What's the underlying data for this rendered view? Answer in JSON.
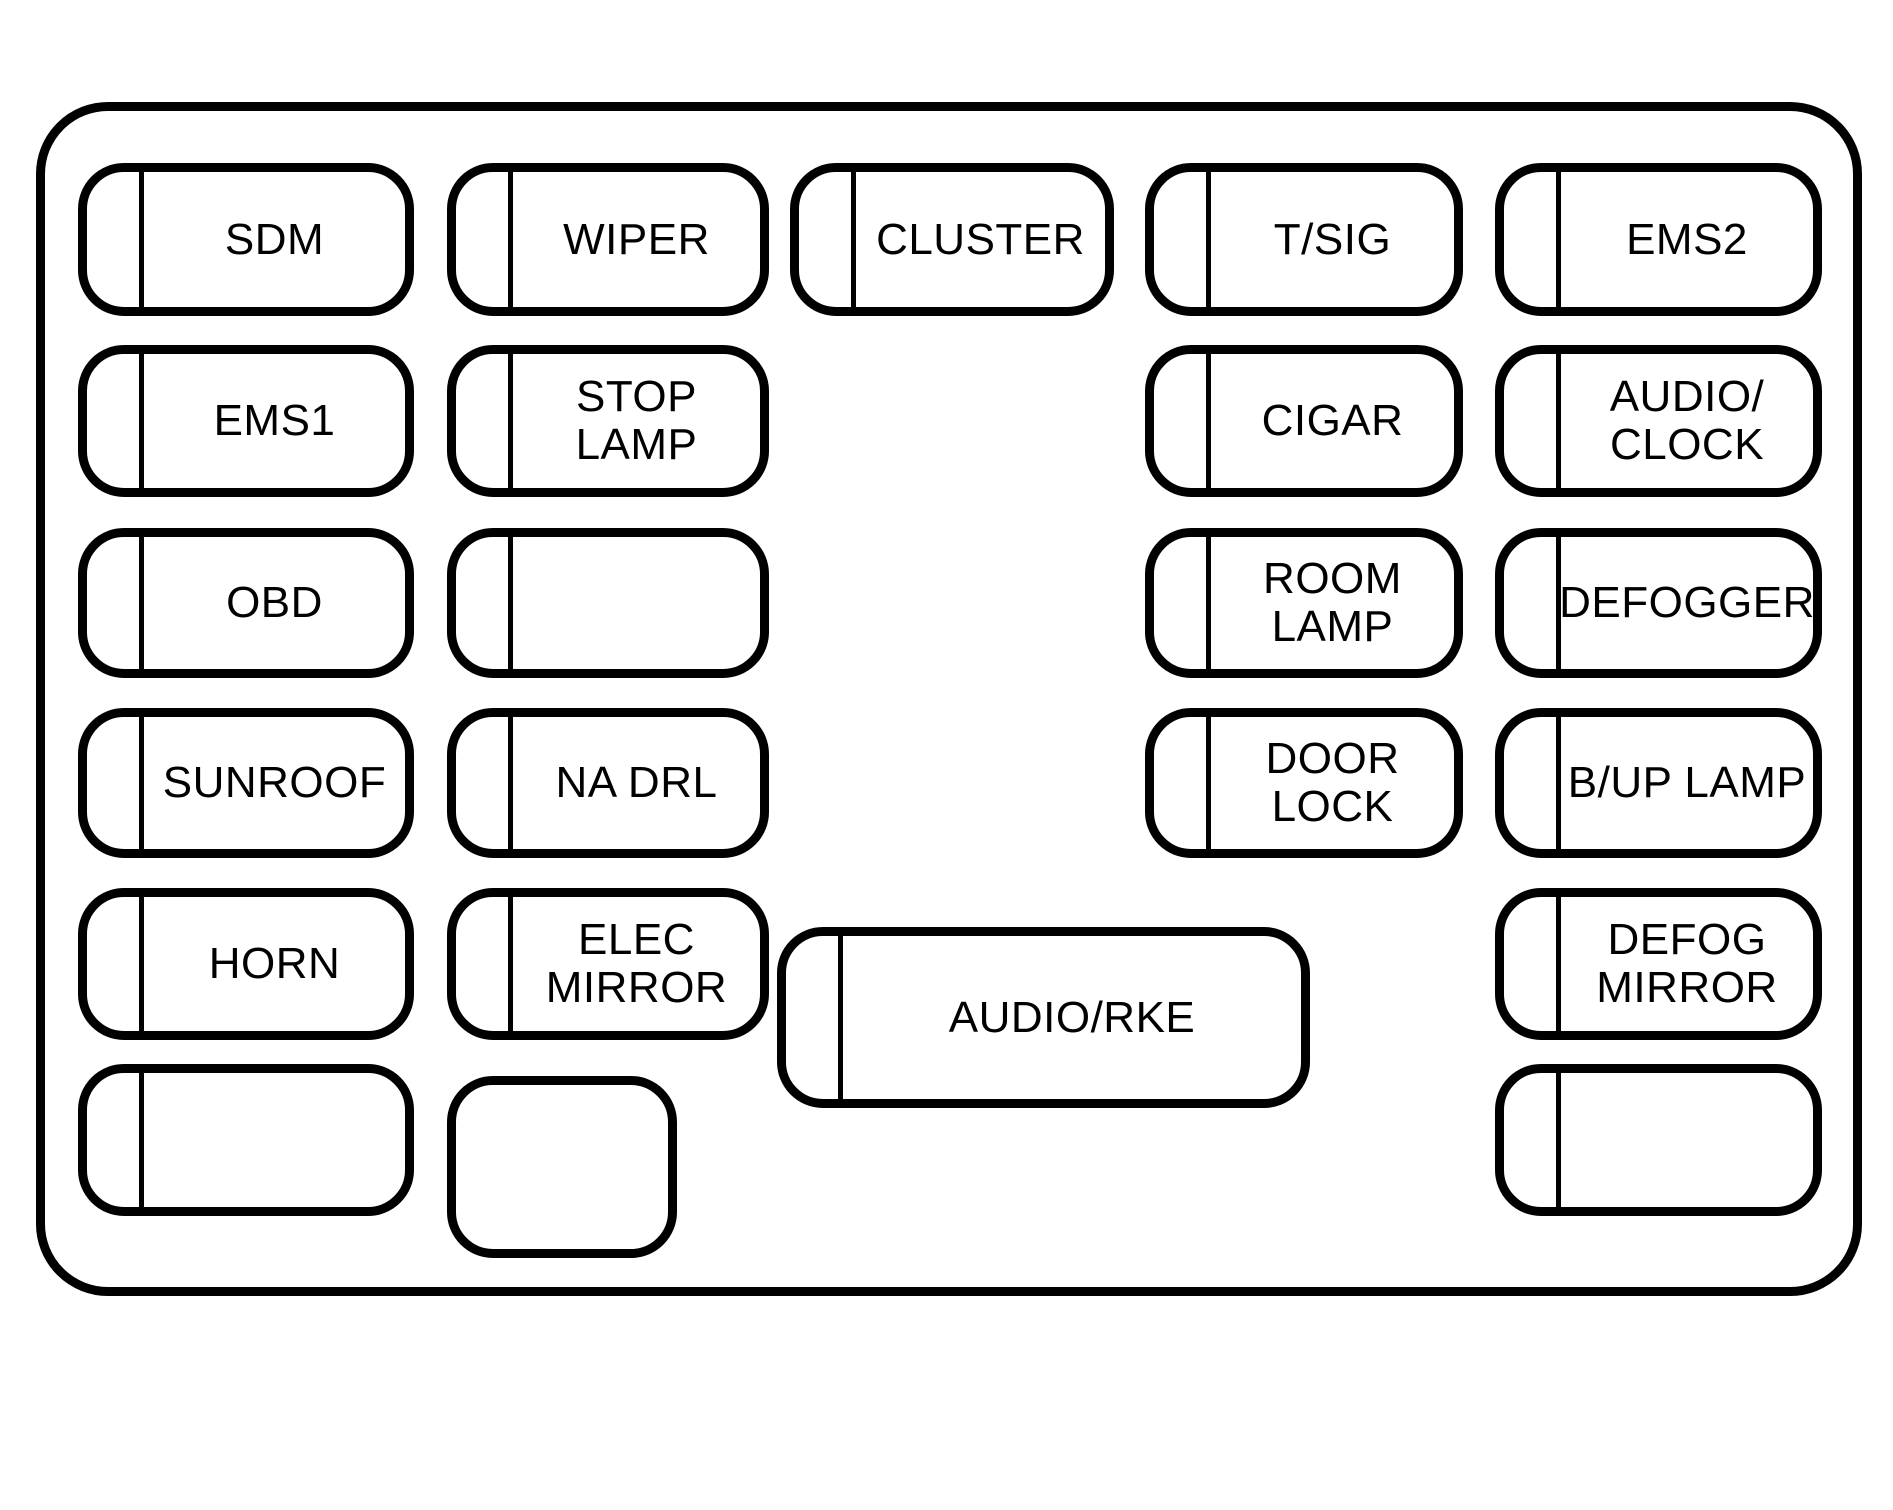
{
  "colors": {
    "ink": "#000000",
    "background": "#ffffff"
  },
  "slots": [
    {
      "id": "sdm",
      "lines": [
        "SDM"
      ],
      "divider": true,
      "col": "c1",
      "row": "r1"
    },
    {
      "id": "wiper",
      "lines": [
        "WIPER"
      ],
      "divider": true,
      "col": "c2",
      "row": "r1"
    },
    {
      "id": "cluster",
      "lines": [
        "CLUSTER"
      ],
      "divider": true,
      "col": "c3",
      "row": "r1"
    },
    {
      "id": "t-sig",
      "lines": [
        "T/SIG"
      ],
      "divider": true,
      "col": "c4",
      "row": "r1"
    },
    {
      "id": "ems2",
      "lines": [
        "EMS2"
      ],
      "divider": true,
      "col": "c5",
      "row": "r1"
    },
    {
      "id": "ems1",
      "lines": [
        "EMS1"
      ],
      "divider": true,
      "col": "c1",
      "row": "r2"
    },
    {
      "id": "stop-lamp",
      "lines": [
        "STOP",
        "LAMP"
      ],
      "divider": true,
      "col": "c2",
      "row": "r2"
    },
    {
      "id": "cigar",
      "lines": [
        "CIGAR"
      ],
      "divider": true,
      "col": "c4",
      "row": "r2"
    },
    {
      "id": "audio-clock",
      "lines": [
        "AUDIO/",
        "CLOCK"
      ],
      "divider": true,
      "col": "c5",
      "row": "r2"
    },
    {
      "id": "obd",
      "lines": [
        "OBD"
      ],
      "divider": true,
      "col": "c1",
      "row": "r3"
    },
    {
      "id": "empty-upper-mid",
      "lines": [],
      "divider": true,
      "col": "c2",
      "row": "r3"
    },
    {
      "id": "room-lamp",
      "lines": [
        "ROOM",
        "LAMP"
      ],
      "divider": true,
      "col": "c4",
      "row": "r3"
    },
    {
      "id": "defogger",
      "lines": [
        "DEFOGGER"
      ],
      "divider": true,
      "col": "c5",
      "row": "r3"
    },
    {
      "id": "sunroof",
      "lines": [
        "SUNROOF"
      ],
      "divider": true,
      "col": "c1",
      "row": "r4"
    },
    {
      "id": "na-drl",
      "lines": [
        "NA DRL"
      ],
      "divider": true,
      "col": "c2",
      "row": "r4"
    },
    {
      "id": "door-lock",
      "lines": [
        "DOOR",
        "LOCK"
      ],
      "divider": true,
      "col": "c4",
      "row": "r4"
    },
    {
      "id": "b-up-lamp",
      "lines": [
        "B/UP LAMP"
      ],
      "divider": true,
      "col": "c5",
      "row": "r4"
    },
    {
      "id": "horn",
      "lines": [
        "HORN"
      ],
      "divider": true,
      "col": "c1",
      "row": "r5"
    },
    {
      "id": "elec-mirror",
      "lines": [
        "ELEC",
        "MIRROR"
      ],
      "divider": true,
      "col": "c2",
      "row": "r5"
    },
    {
      "id": "defog-mirror",
      "lines": [
        "DEFOG",
        "MIRROR"
      ],
      "divider": true,
      "col": "c5",
      "row": "r5"
    },
    {
      "id": "audio-rke",
      "lines": [
        "AUDIO/RKE"
      ],
      "divider": true,
      "col": "c3",
      "row": "r6"
    },
    {
      "id": "empty-bottom-left",
      "lines": [],
      "divider": true,
      "col": "c1",
      "row": "r6"
    },
    {
      "id": "empty-bottom-mid",
      "lines": [],
      "divider": false,
      "col": "c2",
      "row": "r6"
    },
    {
      "id": "empty-bottom-right",
      "lines": [],
      "divider": true,
      "col": "c5",
      "row": "r6"
    }
  ]
}
